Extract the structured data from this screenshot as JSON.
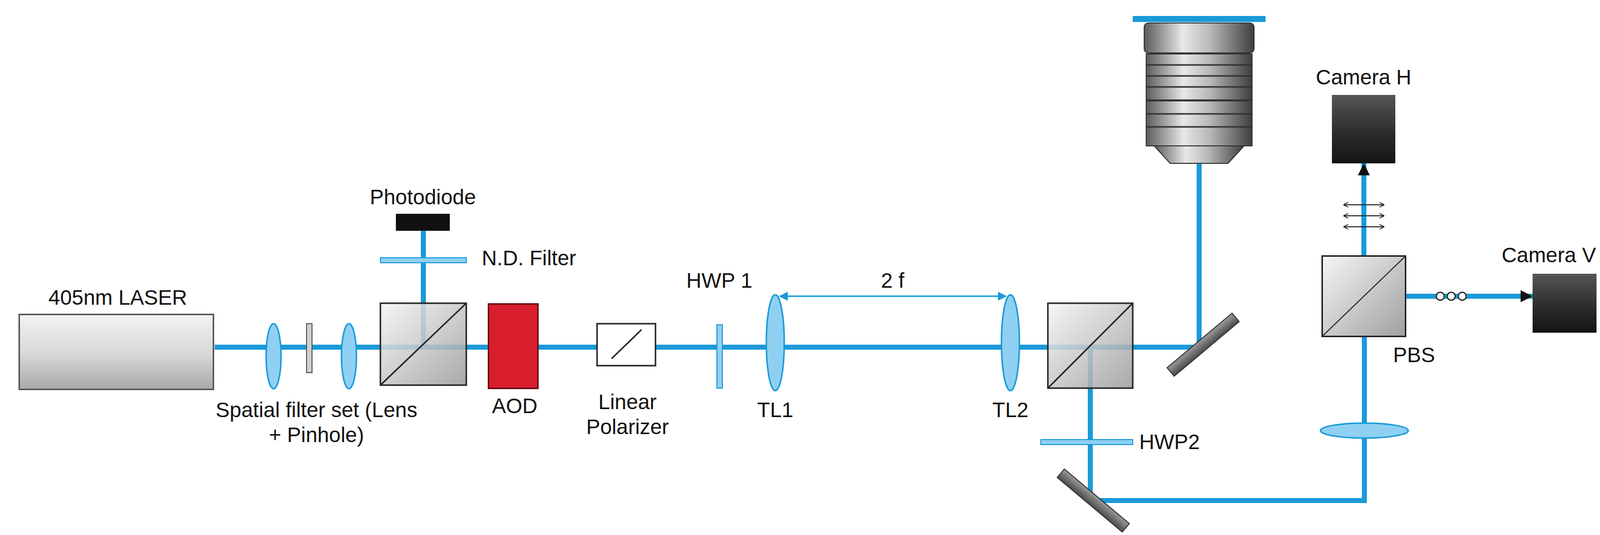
{
  "diagram": {
    "nodes": [
      {
        "text": [
          "405nm LASER"
        ]
      },
      {
        "text": [
          "Photodiode"
        ]
      },
      {
        "text": [
          "AOD"
        ]
      },
      {
        "text": [
          "PBS"
        ]
      },
      {
        "text": [
          "Camera H"
        ]
      },
      {
        "text": [
          "Camera V"
        ]
      }
    ],
    "edges": [
      {
        "from": 3,
        "to": 4,
        "arrow": "to"
      },
      {
        "from": 3,
        "to": 5,
        "arrow": "to"
      }
    ],
    "labels": [
      "Spatial filter set (Lens + Pinhole)",
      "N.D. Filter",
      "Linear Polarizer",
      "HWP 1",
      "TL1",
      "2 f",
      "TL2",
      "HWP2"
    ]
  }
}
